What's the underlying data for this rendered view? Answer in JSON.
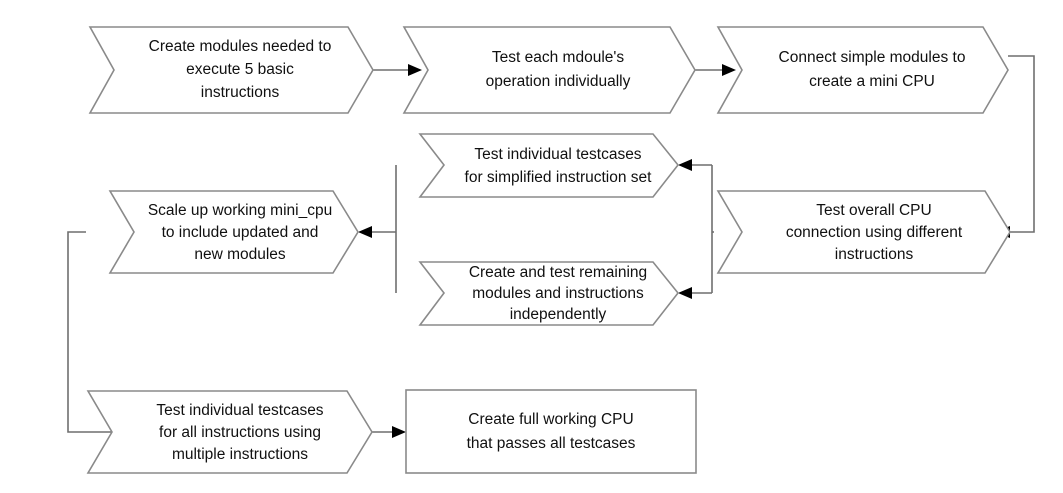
{
  "diagram": {
    "title": "CPU design and verification workflow flowchart",
    "background_color": "#ffffff",
    "shape_fill": "#ffffff",
    "shape_border_color": "#8a8a8a",
    "connector_color": "#6f6f6f",
    "arrowhead_color": "#000000",
    "text_color": "#101010",
    "nodes": [
      {
        "id": "create-modules",
        "shape": "chevron",
        "lines": [
          "Create modules needed to",
          "execute 5 basic",
          "instructions"
        ]
      },
      {
        "id": "test-each-module",
        "shape": "chevron",
        "lines": [
          "Test each mdoule's",
          "operation individually"
        ]
      },
      {
        "id": "connect-simple-modules",
        "shape": "chevron",
        "lines": [
          "Connect simple modules to",
          "create a mini CPU"
        ]
      },
      {
        "id": "test-overall-cpu",
        "shape": "chevron",
        "lines": [
          "Test overall CPU",
          "connection using different",
          "instructions"
        ]
      },
      {
        "id": "test-individual-testcases-simplified",
        "shape": "chevron",
        "lines": [
          "Test individual testcases",
          "for simplified instruction set"
        ]
      },
      {
        "id": "create-test-remaining-modules",
        "shape": "chevron",
        "lines": [
          "Create and test remaining",
          "modules and instructions",
          "independently"
        ]
      },
      {
        "id": "scale-up-mini-cpu",
        "shape": "chevron",
        "lines": [
          "Scale up working mini_cpu",
          "to include updated and",
          "new modules"
        ]
      },
      {
        "id": "test-individual-testcases-all",
        "shape": "chevron",
        "lines": [
          "Test individual testcases",
          "for all instructions using",
          "multiple instructions"
        ]
      },
      {
        "id": "create-full-working-cpu",
        "shape": "rectangle",
        "lines": [
          "Create full working CPU",
          "that passes all testcases"
        ]
      }
    ],
    "edges": [
      {
        "id": "edge-1",
        "from": "create-modules",
        "to": "test-each-module"
      },
      {
        "id": "edge-2",
        "from": "test-each-module",
        "to": "connect-simple-modules"
      },
      {
        "id": "edge-3",
        "from": "connect-simple-modules",
        "to": "test-overall-cpu"
      },
      {
        "id": "edge-4",
        "from": "test-overall-cpu",
        "to": "test-individual-testcases-simplified"
      },
      {
        "id": "edge-5",
        "from": "test-overall-cpu",
        "to": "create-test-remaining-modules"
      },
      {
        "id": "edge-6",
        "from": "test-individual-testcases-simplified",
        "to": "scale-up-mini-cpu"
      },
      {
        "id": "edge-7",
        "from": "create-test-remaining-modules",
        "to": "scale-up-mini-cpu"
      },
      {
        "id": "edge-8",
        "from": "scale-up-mini-cpu",
        "to": "test-individual-testcases-all"
      },
      {
        "id": "edge-9",
        "from": "test-individual-testcases-all",
        "to": "create-full-working-cpu"
      }
    ]
  }
}
